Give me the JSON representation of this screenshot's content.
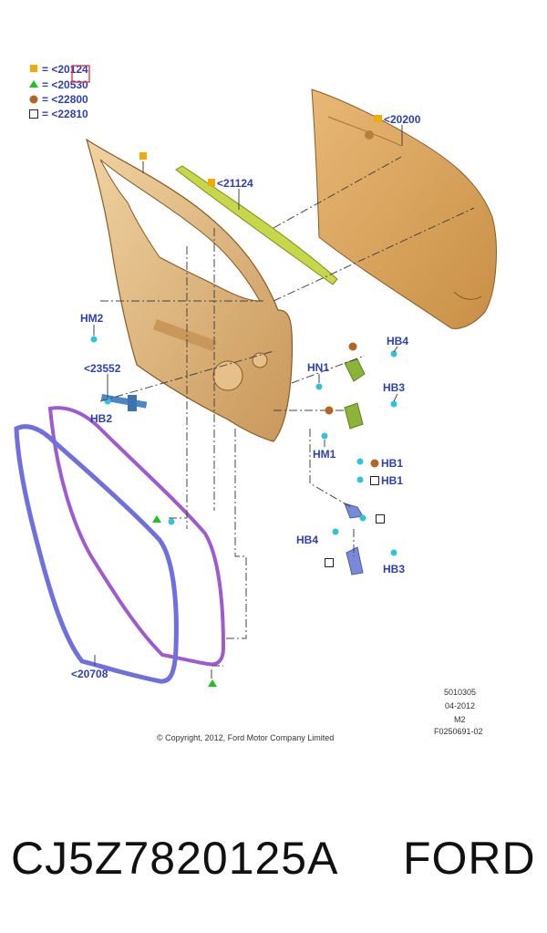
{
  "legend": [
    {
      "symbol": "square-orange",
      "text": "= <20124"
    },
    {
      "symbol": "triangle-green",
      "text": "= <20530"
    },
    {
      "symbol": "circle-brown",
      "text": "= <22800"
    },
    {
      "symbol": "square-outline",
      "text": "= <22810"
    }
  ],
  "callouts": {
    "outer_panel": "<20200",
    "reinforcement": "<21124",
    "weatherstrip": "<20708",
    "check_strap": "<23552",
    "hm2": "HM2",
    "hb2": "HB2",
    "hn1": "HN1",
    "hm1": "HM1",
    "hb4_top": "HB4",
    "hb3_top": "HB3",
    "hb1_a": "HB1",
    "hb1_b": "HB1",
    "hb4_bottom": "HB4",
    "hb3_bottom": "HB3"
  },
  "drawing_info": {
    "line1": "5010305",
    "line2": "04-2012",
    "line3": "M2",
    "line4": "F0250691-02"
  },
  "copyright": "© Copyright, 2012, Ford Motor Company Limited",
  "footer": {
    "part_number": "CJ5Z7820125A",
    "brand": "FORD"
  },
  "colors": {
    "label_blue": "#2e3fb4",
    "square_orange": "#f5a800",
    "triangle_green": "#1fc21f",
    "circle_brown": "#b5651d",
    "door_tan": "#d9a860",
    "panel_orange": "#d9a25a",
    "strip_yellow": "#c8d64a",
    "seal_blue": "#6f6fe0",
    "seal_purple": "#a05ad0",
    "hinge_green": "#8bb53a",
    "fastener_cyan": "#2fc4d8"
  }
}
